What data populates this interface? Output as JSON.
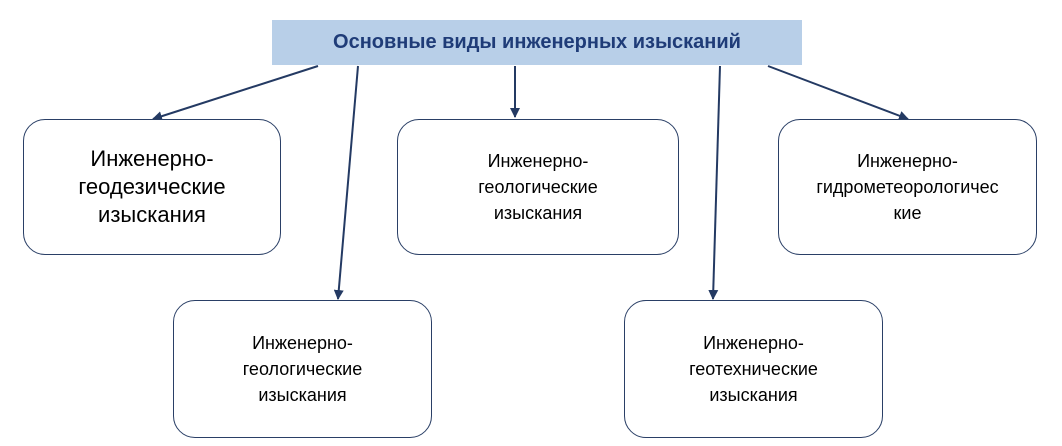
{
  "root": {
    "title": "Основные виды инженерных изысканий"
  },
  "nodes": [
    {
      "id": "geodetic",
      "lines": [
        "Инженерно-",
        "геодезические",
        "изыскания"
      ]
    },
    {
      "id": "geological-top",
      "lines": [
        "Инженерно-",
        "геологические",
        "изыскания"
      ]
    },
    {
      "id": "hydromet",
      "lines": [
        "Инженерно-",
        "гидрометеорологичес",
        "кие"
      ]
    },
    {
      "id": "geological-bottom",
      "lines": [
        "Инженерно-",
        "геологические",
        "изыскания"
      ]
    },
    {
      "id": "geotechnical",
      "lines": [
        "Инженерно-",
        "геотехнические",
        "изыскания"
      ]
    }
  ],
  "colors": {
    "root_fill": "#b8cfe8",
    "root_text": "#1f3c78",
    "node_border": "#2a3f66",
    "connector": "#243a63"
  }
}
